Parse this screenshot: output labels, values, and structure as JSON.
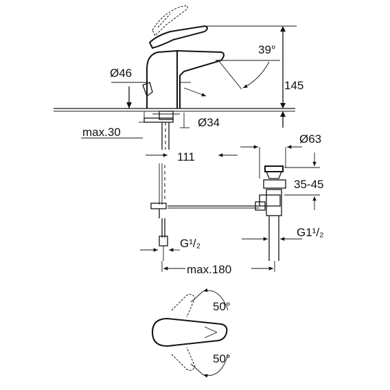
{
  "dimensions": {
    "spout_angle": "39°",
    "height": "145",
    "body_diameter": "Ø46",
    "hole_diameter": "Ø34",
    "max_thickness": "max.30",
    "reach": "111",
    "waste_diameter": "Ø63",
    "waste_range": "35-45",
    "waste_thread": "G1¹/₂",
    "supply_thread": "G¹/₂",
    "max_length": "max.180",
    "rotation_top": "50°",
    "rotation_bottom": "50°"
  }
}
